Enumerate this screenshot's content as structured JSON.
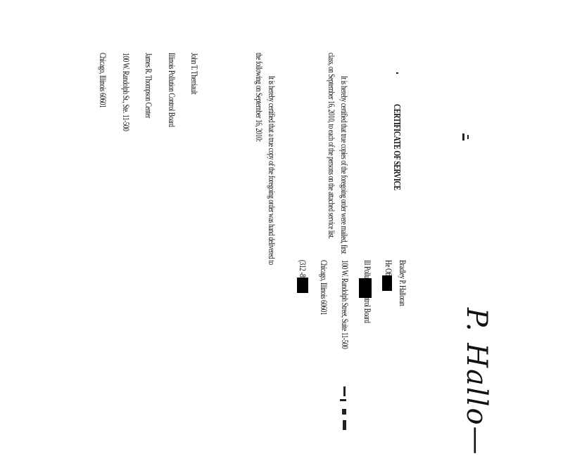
{
  "document": {
    "title": "CERTIFICATE OF SERVICE",
    "para1_line1": "It is hereby certified that true copies of the foregoing order were mailed, first",
    "para1_line2": "class, on September 16, 2010, to each of the persons on the attached service list.",
    "para2_line1": "It is hereby certified that a true copy of the foregoing order was hand delivered to",
    "para2_line2": "the following on September 16, 2010:",
    "recipient": {
      "line1": "John T. Therriault",
      "line2": "Illinois Pollution Control Board",
      "line3": "James R. Thompson Center",
      "line4": "100 W. Randolph St., Ste. 11-500",
      "line5": "Chicago, Illinois 60601"
    },
    "signer": {
      "line1": "Bradley P. Halloran",
      "line2": "He     Officer",
      "line3": "Ill        Pollution Control Board",
      "line4": "100 W. Randolph Street, Suite 11-500",
      "line5": "Chicago, Illinois 60601",
      "line6": "(312     -8917"
    },
    "signature": "P. Hallo—"
  }
}
